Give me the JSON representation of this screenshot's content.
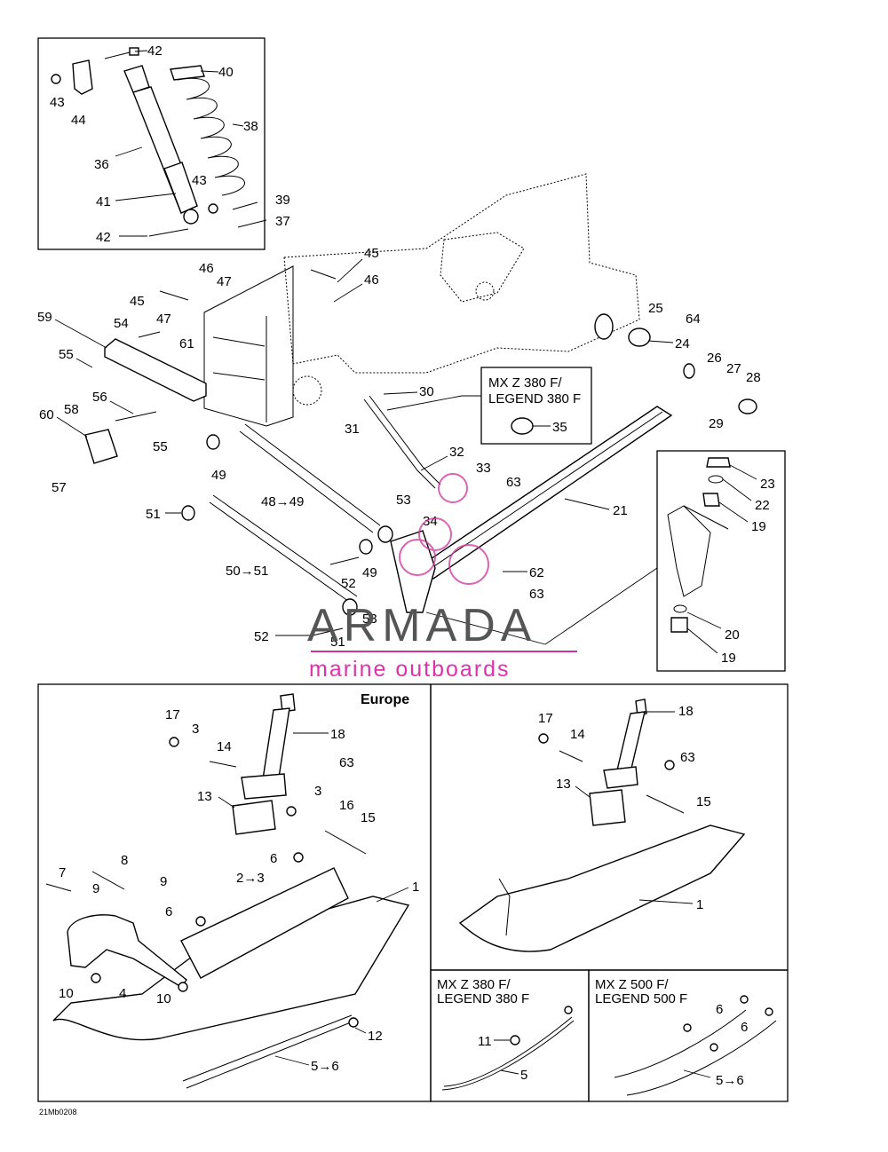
{
  "figure_code": "21Mb0208",
  "panels": {
    "top_inset_labels": [
      "42",
      "40",
      "38",
      "43",
      "44",
      "36",
      "43",
      "41",
      "39",
      "37",
      "42"
    ],
    "main_labels": [
      "45",
      "46",
      "46",
      "47",
      "45",
      "47",
      "59",
      "54",
      "61",
      "55",
      "56",
      "58",
      "60",
      "55",
      "57",
      "49",
      "48→49",
      "51",
      "50→51",
      "30",
      "31",
      "32",
      "33",
      "63",
      "34",
      "53",
      "49",
      "52",
      "53",
      "52",
      "51",
      "21",
      "62",
      "63",
      "25",
      "64",
      "24",
      "26",
      "27",
      "28",
      "29",
      "35"
    ],
    "variant_box": {
      "line1": "MX Z 380 F/",
      "line2": "LEGEND 380 F"
    },
    "right_inset_labels": [
      "23",
      "22",
      "19",
      "20",
      "19"
    ],
    "europe": {
      "title": "Europe",
      "labels": [
        "17",
        "3",
        "14",
        "18",
        "63",
        "13",
        "3",
        "16",
        "15",
        "8",
        "6",
        "7",
        "9",
        "9",
        "2→3",
        "1",
        "6",
        "10",
        "4",
        "10",
        "12",
        "5→6"
      ]
    },
    "bottom_right_labels": [
      "17",
      "14",
      "18",
      "63",
      "13",
      "15",
      "1"
    ],
    "variant_380": {
      "line1": "MX Z 380 F/",
      "line2": "LEGEND 380 F",
      "labels": [
        "11",
        "5"
      ]
    },
    "variant_500": {
      "line1": "MX Z 500 F/",
      "line2": "LEGEND 500 F",
      "labels": [
        "6",
        "6",
        "5→6"
      ]
    }
  },
  "watermark": {
    "brand": "ARMADA",
    "tagline": "marine outboards",
    "color": "#cc3399"
  }
}
